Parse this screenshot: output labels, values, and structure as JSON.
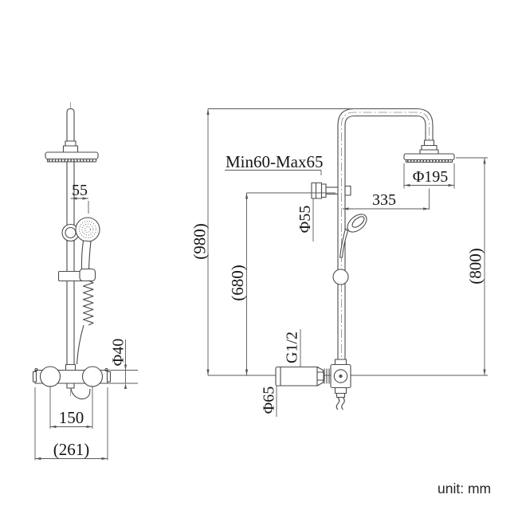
{
  "drawing": {
    "front_view": {
      "dim_grip_offset": "55",
      "dim_handle_diameter": "Φ40",
      "dim_inlet_spacing": "150",
      "dim_overall_width": "(261)"
    },
    "side_view": {
      "bracket_range_label": "Min60-Max65",
      "dim_head_diameter": "Φ195",
      "dim_head_offset": "335",
      "dim_bracket_diameter": "Φ55",
      "dim_total_height": "(980)",
      "dim_bracket_height": "(680)",
      "dim_head_height": "(800)",
      "thread_label": "G1/2",
      "dim_valve_diameter": "Φ65"
    },
    "footer": {
      "unit_label": "unit: mm"
    },
    "colors": {
      "line": "#4a4a4a",
      "text": "#161616",
      "background": "#ffffff"
    }
  }
}
